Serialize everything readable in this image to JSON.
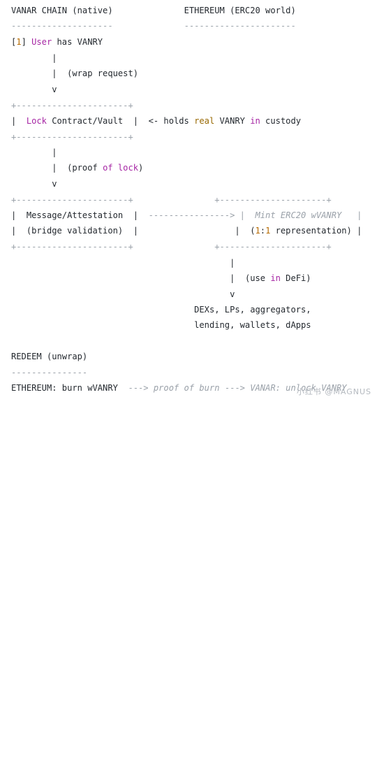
{
  "diagram": {
    "header_left": "VANAR CHAIN (native)",
    "header_right": "ETHEREUM (ERC20 world)",
    "underline_left": "--------------------",
    "underline_right": "----------------------",
    "step1_bracket_open": "[",
    "step1_num": "1",
    "step1_bracket_close": "]",
    "step1_user": "User",
    "step1_rest": " has VANRY",
    "pipe": "|",
    "arrow_down": "v",
    "wrap_request": "(wrap request)",
    "box_border_left": "+----------------------+",
    "box_border_right": "+---------------------+",
    "box_side": "|",
    "lock_kw": "Lock",
    "lock_rest": " Contract/Vault",
    "holds_prefix": "<- holds ",
    "holds_real": "real",
    "holds_mid": " VANRY ",
    "holds_in": "in",
    "holds_suffix": " custody",
    "proof_prefix": "(proof ",
    "proof_of": "of",
    "proof_lock": "lock",
    "proof_suffix": ")",
    "msg_label": "Message/Attestation",
    "bridge_label": "(bridge validation)",
    "dashed_arrow": "---------------->",
    "mint_label": "Mint ERC20 wVANRY",
    "rep_open": "(",
    "rep_ratio_a": "1",
    "rep_colon": ":",
    "rep_ratio_b": "1",
    "rep_rest": " representation)",
    "use_prefix": "(use ",
    "use_in": "in",
    "use_suffix": " DeFi)",
    "defi_line1": "DEXs, LPs, aggregators,",
    "defi_line2": "lending, wallets, dApps",
    "redeem_title": "REDEEM (unwrap)",
    "redeem_underline": "---------------",
    "redeem_eth": "ETHEREUM: burn wVANRY",
    "redeem_arrow1": "--->",
    "redeem_proof": "proof of burn",
    "redeem_arrow2": "--->",
    "redeem_vanar": "VANAR: unlock VANRY"
  },
  "watermark": "小红书 @MAGNUS",
  "colors": {
    "keyword": "#a626a4",
    "highlight": "#986801",
    "number": "#b76b01",
    "muted": "#9aa1a9"
  }
}
